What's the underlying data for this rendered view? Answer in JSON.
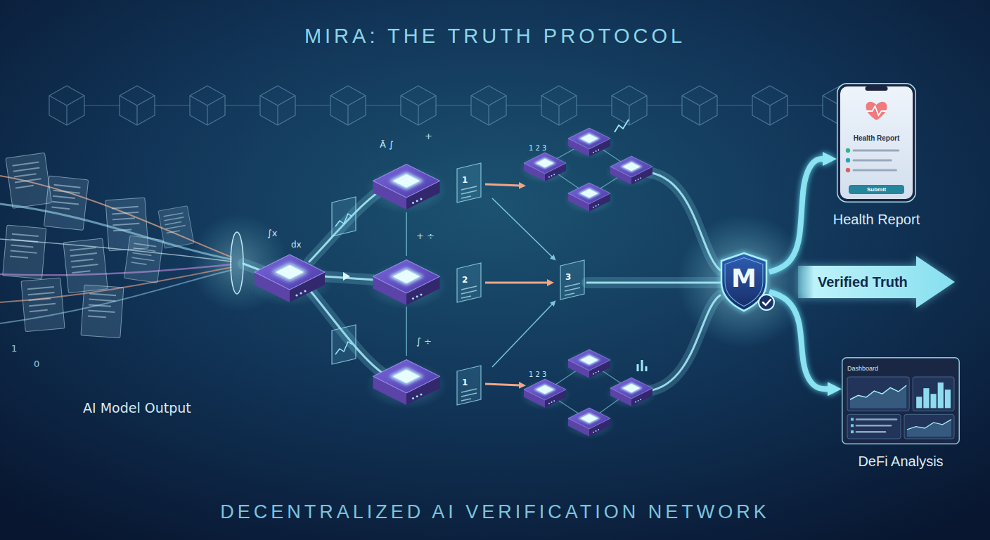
{
  "diagram": {
    "title": "MIRA: THE TRUTH PROTOCOL",
    "caption": "DECENTRALIZED AI VERIFICATION NETWORK",
    "nodes": [
      {
        "text": [
          "M"
        ]
      },
      {
        "text": [
          "Verified Truth"
        ]
      },
      {
        "text": [
          "Health Report",
          "Submit",
          "Health Report"
        ]
      },
      {
        "text": [
          "Dashboard",
          "DeFi Analysis"
        ]
      }
    ],
    "edges": [
      {
        "from": 0,
        "to": 2,
        "arrow": "to"
      },
      {
        "from": 0,
        "to": 3,
        "arrow": "to"
      }
    ],
    "labels": [
      "AI Model Output",
      "1",
      "0",
      "1",
      "2",
      "3",
      "1",
      "Ā ∫",
      "+",
      "∫x",
      "dx",
      "+ ÷",
      "∫ ÷",
      "1 2 3",
      "1 2 3"
    ]
  }
}
